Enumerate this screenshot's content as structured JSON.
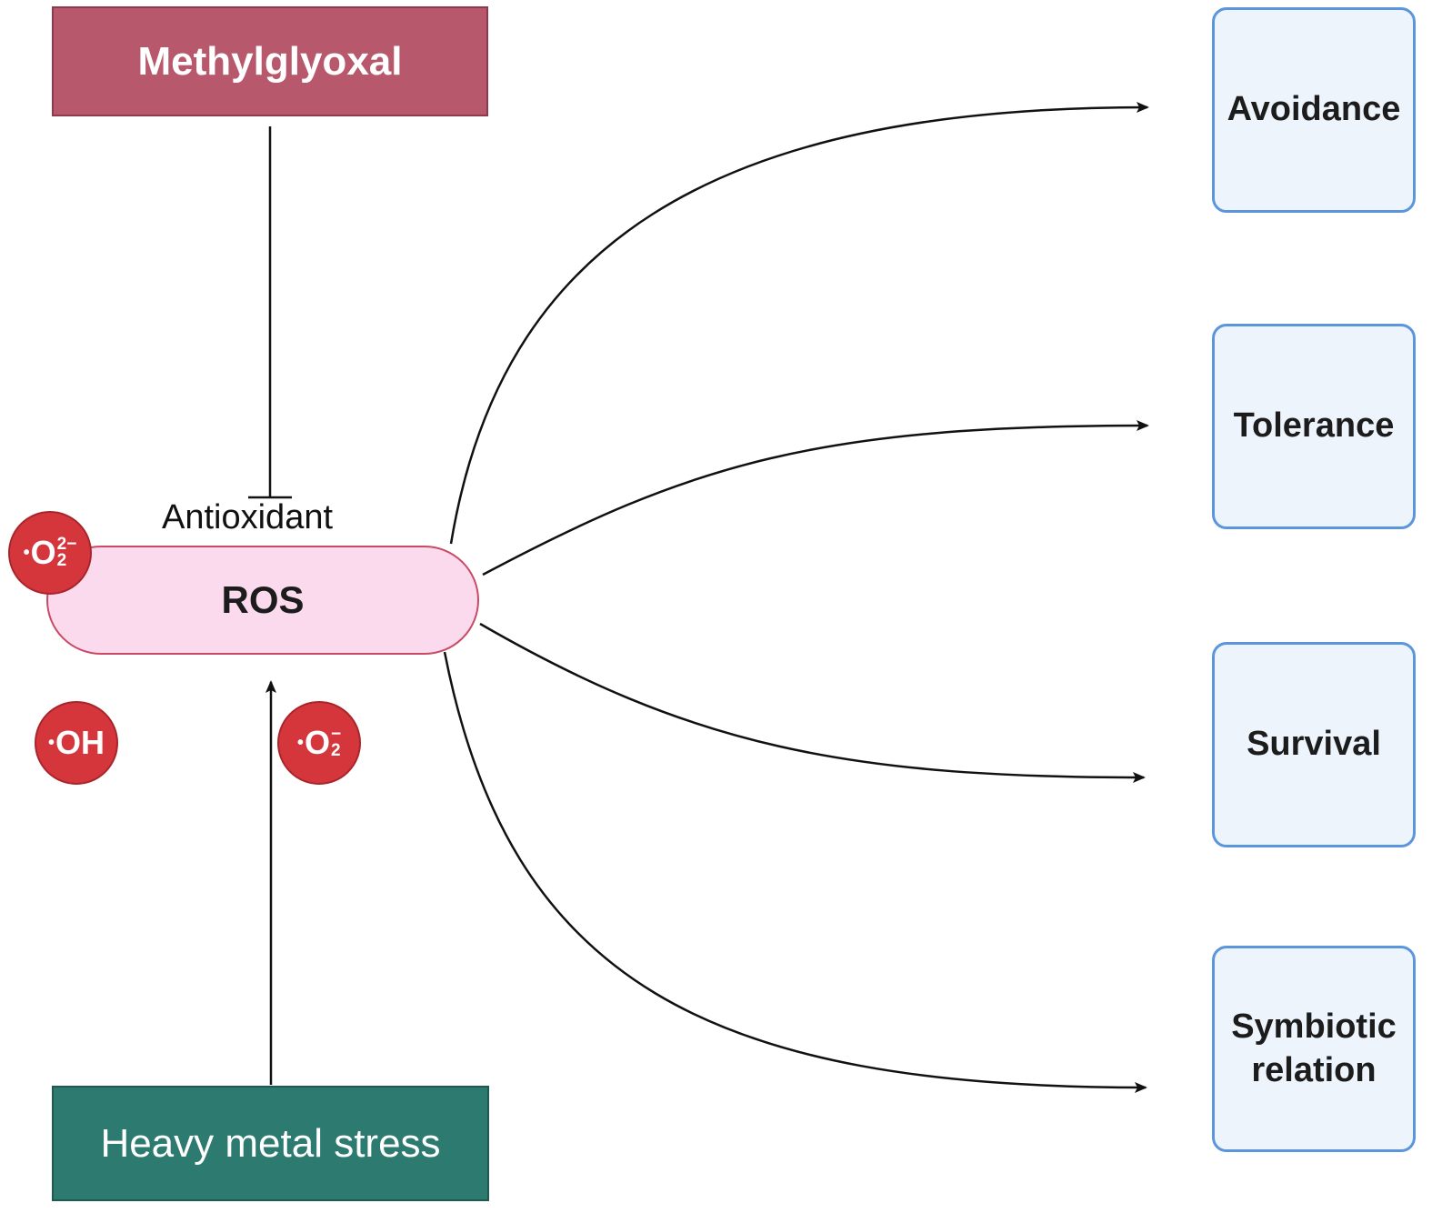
{
  "nodes": {
    "methylglyoxal": "Methylglyoxal",
    "heavy_metal_stress": "Heavy metal stress",
    "ros": "ROS",
    "antioxidant": "Antioxidant"
  },
  "radicals": [
    {
      "dot": "•",
      "base": "O",
      "sup": "2−",
      "sub": "2",
      "label": "•O₂²⁻"
    },
    {
      "dot": "•",
      "base": "OH",
      "sup": "",
      "sub": "",
      "label": "•OH"
    },
    {
      "dot": "•",
      "base": "O",
      "sup": "−",
      "sub": "2",
      "label": "•O₂⁻"
    }
  ],
  "outcomes": [
    {
      "line1": "Avoidance",
      "line2": ""
    },
    {
      "line1": "Tolerance",
      "line2": ""
    },
    {
      "line1": "Survival",
      "line2": ""
    },
    {
      "line1": "Symbiotic",
      "line2": "relation"
    }
  ],
  "edges": [
    {
      "from": "methylglyoxal",
      "to": "antioxidant",
      "type": "inhibition"
    },
    {
      "from": "heavy_metal_stress",
      "to": "ros",
      "type": "activation"
    },
    {
      "from": "ros",
      "to": "Avoidance",
      "type": "activation"
    },
    {
      "from": "ros",
      "to": "Tolerance",
      "type": "activation"
    },
    {
      "from": "ros",
      "to": "Survival",
      "type": "activation"
    },
    {
      "from": "ros",
      "to": "Symbiotic relation",
      "type": "activation"
    }
  ],
  "colors": {
    "methylglyoxal_fill": "#b8586c",
    "heavy_metal_fill": "#2c7a70",
    "ros_fill": "#fcdaee",
    "ros_border": "#c94a64",
    "radical_fill": "#d5363c",
    "outcome_fill": "#eef4fb",
    "outcome_border": "#5b96dd",
    "edge": "#111111"
  }
}
